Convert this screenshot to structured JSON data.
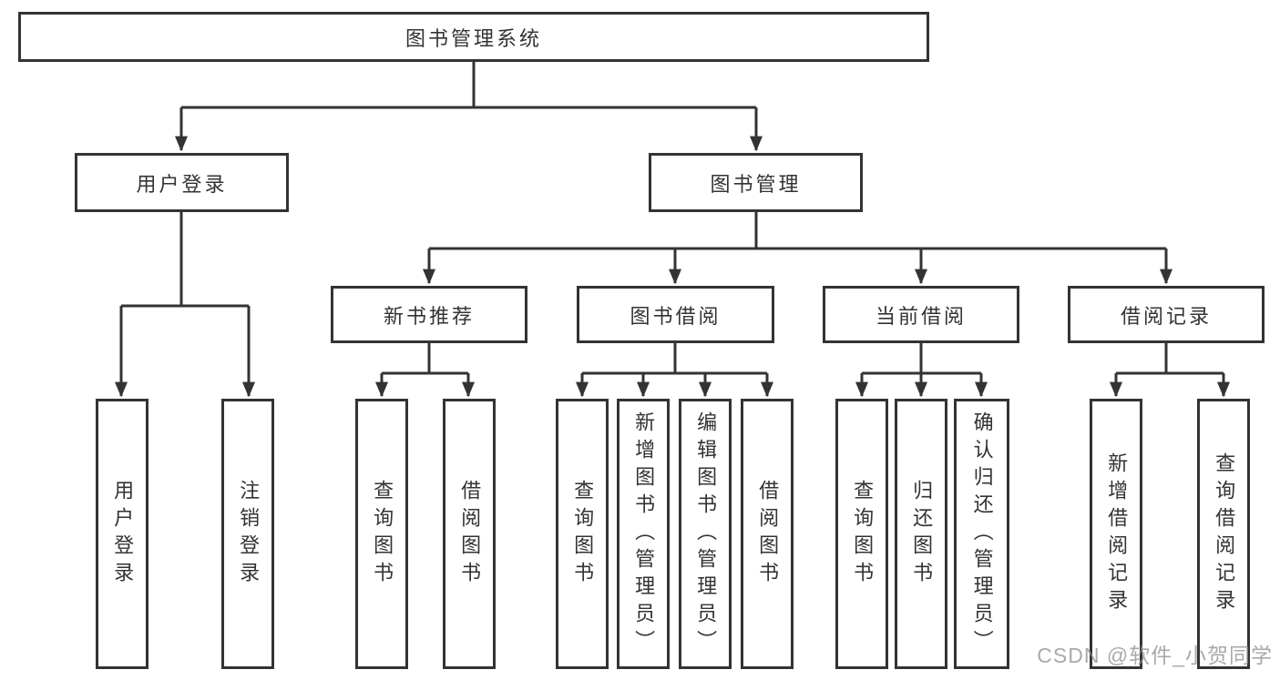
{
  "colors": {
    "line": "#333333",
    "text": "#333333",
    "box_background": "#ffffff",
    "watermark_gray": "#8c8c8c"
  },
  "tree": {
    "root": {
      "label": "图书管理系统"
    },
    "level2": [
      {
        "label": "用户登录"
      },
      {
        "label": "图书管理"
      }
    ],
    "level3": [
      {
        "label": "新书推荐"
      },
      {
        "label": "图书借阅"
      },
      {
        "label": "当前借阅"
      },
      {
        "label": "借阅记录"
      }
    ],
    "leaves": [
      {
        "label": "用户登录"
      },
      {
        "label": "注销登录"
      },
      {
        "label": "查询图书"
      },
      {
        "label": "借阅图书"
      },
      {
        "label": "查询图书"
      },
      {
        "label": "新增图书（管理员）"
      },
      {
        "label": "编辑图书（管理员）"
      },
      {
        "label": "借阅图书"
      },
      {
        "label": "查询图书"
      },
      {
        "label": "归还图书"
      },
      {
        "label": "确认归还（管理员）"
      },
      {
        "label": "新增借阅记录"
      },
      {
        "label": "查询借阅记录"
      }
    ]
  },
  "watermark": {
    "text": "CSDN @软件_小贺同学"
  }
}
